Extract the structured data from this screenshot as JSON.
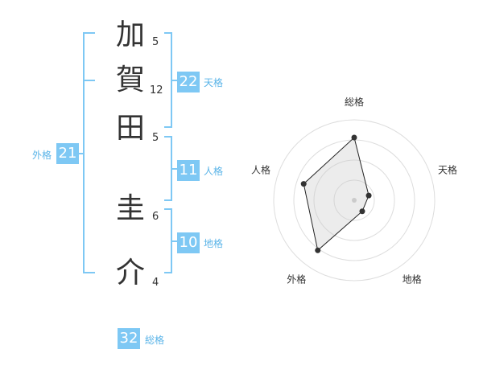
{
  "name": {
    "characters": [
      "加",
      "賀",
      "田",
      "圭",
      "介"
    ],
    "strokes": [
      5,
      12,
      5,
      6,
      4
    ]
  },
  "fortunes": {
    "tenkaku": {
      "value": "22",
      "label": "天格"
    },
    "jinkaku": {
      "value": "11",
      "label": "人格"
    },
    "chikaku": {
      "value": "10",
      "label": "地格"
    },
    "gaikaku": {
      "value": "21",
      "label": "外格"
    },
    "soukaku": {
      "value": "32",
      "label": "総格"
    }
  },
  "colors": {
    "accent": "#7ec8f4",
    "label": "#5ab4e8",
    "text": "#333333"
  },
  "chart_data": {
    "type": "radar",
    "axes": [
      "総格",
      "天格",
      "地格",
      "外格",
      "人格"
    ],
    "values": [
      0.78,
      0.19,
      0.17,
      0.77,
      0.66
    ],
    "range": [
      0,
      1
    ],
    "rings": 4
  }
}
